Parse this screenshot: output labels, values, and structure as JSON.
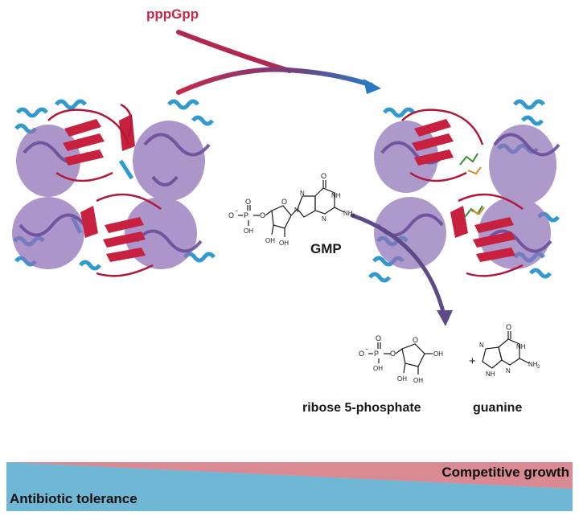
{
  "labels": {
    "effector": "pppGpp",
    "substrate": "GMP",
    "product_sugar": "ribose 5-phosphate",
    "product_base": "guanine",
    "plus": "+"
  },
  "gradient_bar": {
    "top_label": "Competitive growth",
    "bottom_label": "Antibiotic tolerance"
  },
  "chem_text": {
    "o_minus": "O",
    "P": "P",
    "O": "O",
    "OH": "OH",
    "N": "N",
    "NH": "NH",
    "NH2": "NH",
    "sub2": "2",
    "minus": "−"
  },
  "colors": {
    "red": "#c8203f",
    "purple": "#7a5aa6",
    "blue": "#1b8fc9",
    "arrow_start": "#c42a4a",
    "arrow_end": "#2a78c0",
    "arrow_purple": "#5e4a86",
    "bar_pink": "#d98a92",
    "bar_blue": "#6fb7d5"
  }
}
